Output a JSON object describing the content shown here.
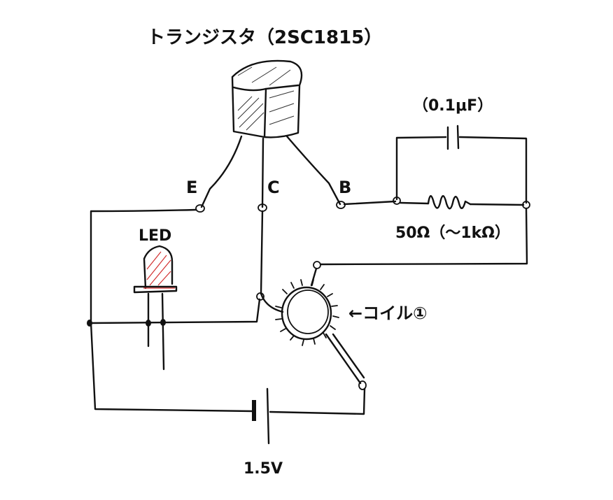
{
  "labels": {
    "transistor": "トランジスタ（2SC1815）",
    "capacitor": "（0.1μF）",
    "pin_e": "E",
    "pin_c": "C",
    "pin_b": "B",
    "resistor": "50Ω（～1kΩ）",
    "led": "LED",
    "coil": "←コイル①",
    "battery": "1.5V"
  },
  "colors": {
    "ink": "#111111",
    "led_tint": "#d23030"
  }
}
